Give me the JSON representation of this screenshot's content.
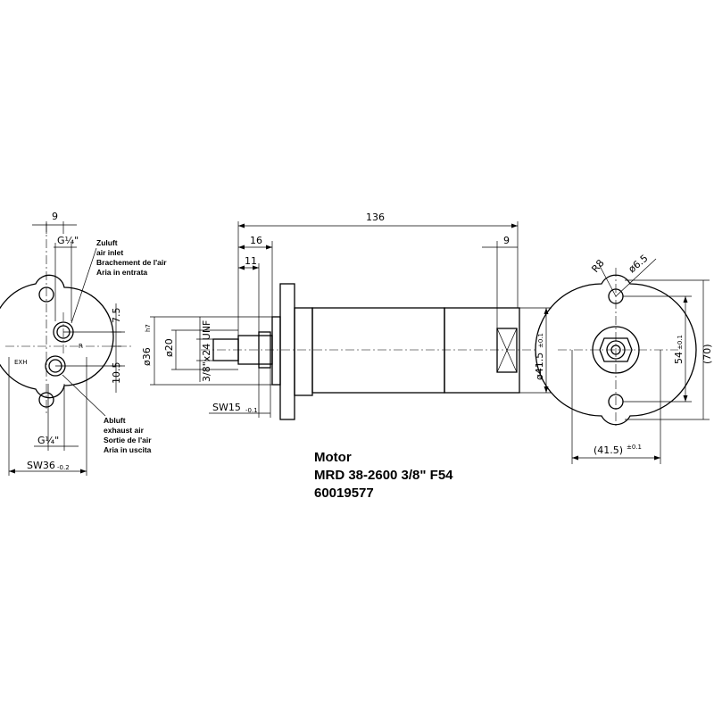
{
  "title_block": {
    "line1": "Motor",
    "line2": "MRD 38-2600  3/8\" F54",
    "line3": "60019577"
  },
  "left_view": {
    "dim_top": "9",
    "port_top": "G¼\"",
    "port_bottom": "G¼\"",
    "dim_right_upper": "7.5",
    "dim_right_lower": "10.5",
    "width_label": "SW36",
    "width_tol": "-0.2",
    "r_label": "R",
    "exh_label": "EXH",
    "inlet_note": [
      "Zuluft",
      "air inlet",
      "Brachement de l'air",
      "Aria in entrata"
    ],
    "exhaust_note": [
      "Abluft",
      "exhaust air",
      "Sortie de l'air",
      "Aria in uscita"
    ]
  },
  "side_view": {
    "overall_length": "136",
    "dim_flange": "16",
    "dim_shaft": "11",
    "dim_end": "9",
    "dia_pilot": "ø36",
    "dia_pilot_tol": "h7",
    "dia_shaft": "ø20",
    "thread": "3/8\"x24 UNF",
    "wrench_label": "SW15",
    "wrench_tol": "-0.1",
    "dia_body": "ø41.5",
    "dia_body_tol": "±0.1"
  },
  "right_view": {
    "radius_label": "R8",
    "hole_label": "ø6.5",
    "dim_holes": "54",
    "dim_holes_tol": "±0.1",
    "dim_height": "(70)",
    "dim_width": "(41.5)",
    "dim_width_tol": "±0.1"
  }
}
